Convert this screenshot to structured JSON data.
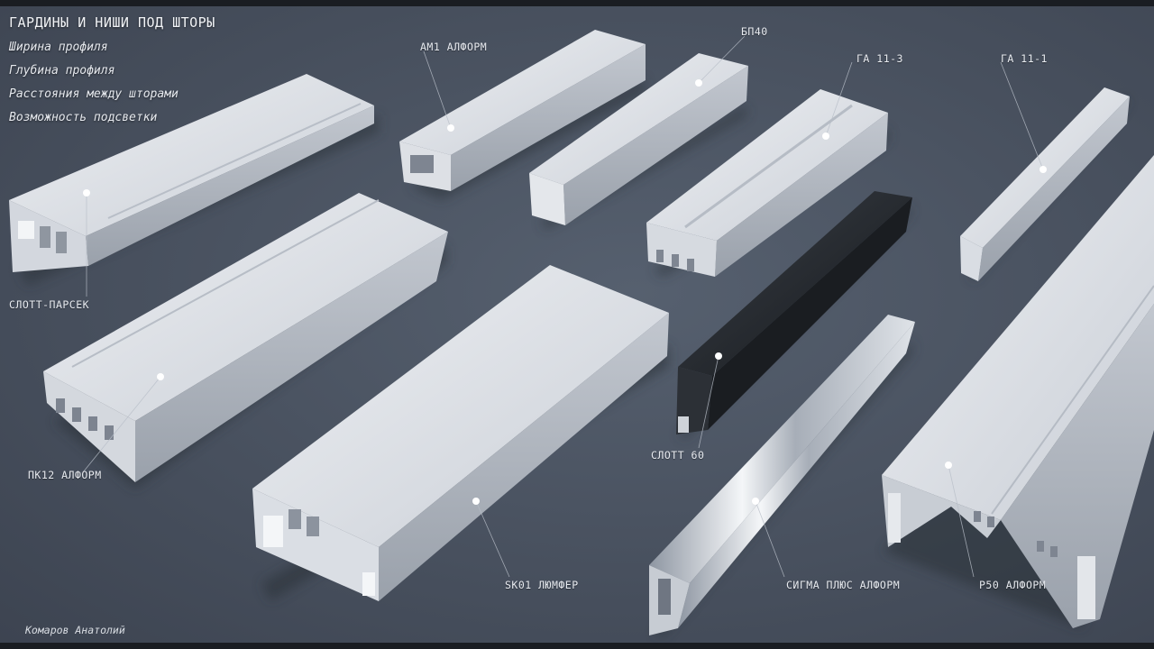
{
  "title": "ГАРДИНЫ И НИШИ ПОД ШТОРЫ",
  "features": [
    "Ширина профиля",
    "Глубина профиля",
    "Расстояния между шторами",
    "Возможность подсветки"
  ],
  "profiles": {
    "am1": "АМ1 АЛФОРМ",
    "bp40": "БП40",
    "ga11_3": "ГА 11-3",
    "ga11_1": "ГА 11-1",
    "slott_parsek": "СЛОТТ-ПАРСЕК",
    "pk12": "ПК12 АЛФОРМ",
    "slott60": "СЛОТТ 60",
    "sk01": "SK01 ЛЮМФЕР",
    "sigma": "СИГМА ПЛЮС АЛФОРМ",
    "p50": "Р50 АЛФОРМ"
  },
  "signature": "Комаров Анатолий",
  "colors": {
    "background": "#4a5362",
    "profile_white": "#d9dde3",
    "profile_black": "#22262b",
    "letterbox": "#1a1d22"
  }
}
